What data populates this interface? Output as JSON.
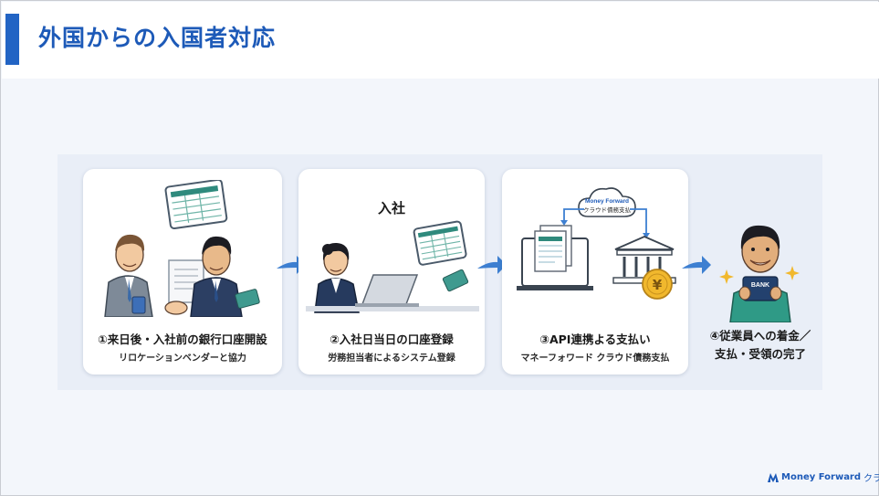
{
  "title": "外国からの入国者対応",
  "steps": [
    {
      "title": "①来日後・入社前の銀行口座開設",
      "subtitle": "リロケーションベンダーと協力"
    },
    {
      "caption": "入社",
      "title": "②入社日当日の口座登録",
      "subtitle": "労務担当者によるシステム登録"
    },
    {
      "cloud_label_line1": "Money Forward",
      "cloud_label_line2": "クラウド債務支払",
      "coin_symbol": "¥",
      "title": "③API連携よる支払い",
      "subtitle": "マネーフォワード クラウド債務支払"
    },
    {
      "title_line1": "④従業員への着金／",
      "title_line2": "支払・受領の完了",
      "card_text": "BANK"
    }
  ],
  "logo": {
    "text": "Money Forward",
    "suffix": "クラウド"
  },
  "colors": {
    "accent": "#2264c4",
    "title": "#1d5ab8",
    "arrow": "#3d7fd1"
  },
  "icons": [
    "handshake-illustration",
    "office-worker-illustration",
    "cloud-icon",
    "bank-icon",
    "yen-coin-icon",
    "happy-employee-illustration",
    "arrow-right-icon"
  ]
}
